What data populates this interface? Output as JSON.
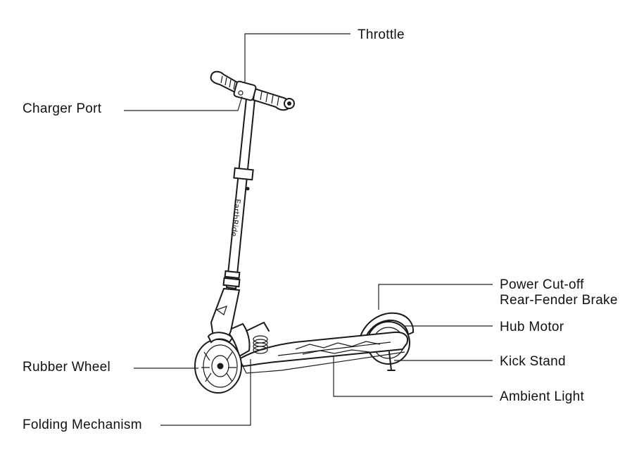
{
  "labels": {
    "throttle": "Throttle",
    "charger_port": "Charger Port",
    "power_cutoff_line1": "Power Cut-off",
    "power_cutoff_line2": "Rear-Fender Brake",
    "hub_motor": "Hub Motor",
    "kick_stand": "Kick Stand",
    "rubber_wheel": "Rubber Wheel",
    "ambient_light": "Ambient Light",
    "folding_mechanism": "Folding Mechanism"
  },
  "brand_text": "EarthRide",
  "colors": {
    "ink": "#1a1a1a",
    "background": "#ffffff"
  }
}
